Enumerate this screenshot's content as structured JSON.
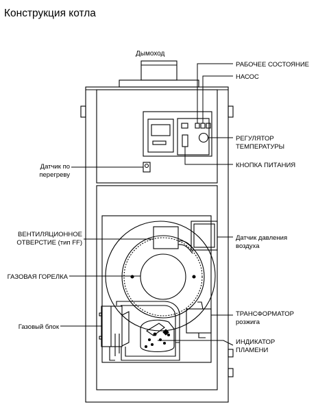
{
  "title": "Конструкция котла",
  "labels": {
    "flue": "Дымоход",
    "operating_state": "РАБОЧЕЕ СОСТОЯНИЕ",
    "pump": "НАСОС",
    "temp_regulator_line1": "РЕГУЛЯТОР",
    "temp_regulator_line2": "ТЕМПЕРАТУРЫ",
    "power_button": "КНОПКА ПИТАНИЯ",
    "overheat_sensor_line1": "Датчик по",
    "overheat_sensor_line2": "перегреву",
    "vent_line1": "ВЕНТИЛЯЦИОННОЕ",
    "vent_line2": "ОТВЕРСТИЕ (тип FF)",
    "air_pressure_line1": "Датчик давления",
    "air_pressure_line2": "воздуха",
    "gas_burner": "ГАЗОВАЯ ГОРЕЛКА",
    "transformer_line1": "ТРАНСФОРМАТОР",
    "transformer_line2": "розжига",
    "gas_block": "Газовый блок",
    "flame_indicator_line1": "ИНДИКАТОР",
    "flame_indicator_line2": "ПЛАМЕНИ"
  }
}
